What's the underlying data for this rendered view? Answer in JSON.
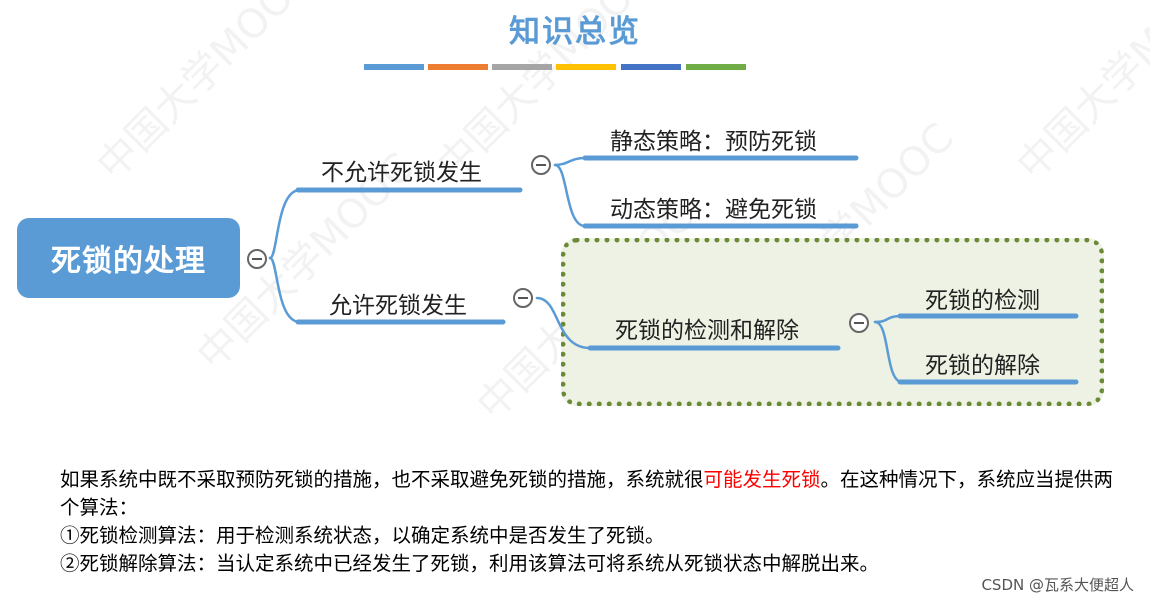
{
  "title": "知识总览",
  "title_bars": [
    "#5b9bd5",
    "#ed7d31",
    "#a5a5a5",
    "#ffc000",
    "#4472c4",
    "#70ad47"
  ],
  "mindmap": {
    "root": "死锁的处理",
    "branch_not_allow": "不允许死锁发生",
    "leaf_static": "静态策略：预防死锁",
    "leaf_dynamic": "动态策略：避免死锁",
    "branch_allow": "允许死锁发生",
    "node_detect_resolve": "死锁的检测和解除",
    "leaf_detect": "死锁的检测",
    "leaf_resolve": "死锁的解除"
  },
  "paragraph": {
    "line1_before": "如果系统中既不采取预防死锁的措施，也不采取避免死锁的措施，系统就很",
    "line1_highlight": "可能发生死锁",
    "line1_after": "。在这种情况下，系统应当提供两个算法：",
    "line2": "①死锁检测算法：用于检测系统状态，以确定系统中是否发生了死锁。",
    "line3": "②死锁解除算法：当认定系统中已经发生了死锁，利用该算法可将系统从死锁状态中解脱出来。"
  },
  "watermark": "中国大学MOOC",
  "credit": "CSDN @瓦系大便超人",
  "colors": {
    "accent": "#5b9bd5",
    "highlight": "#ff0000",
    "group_border": "#6a8a36"
  }
}
